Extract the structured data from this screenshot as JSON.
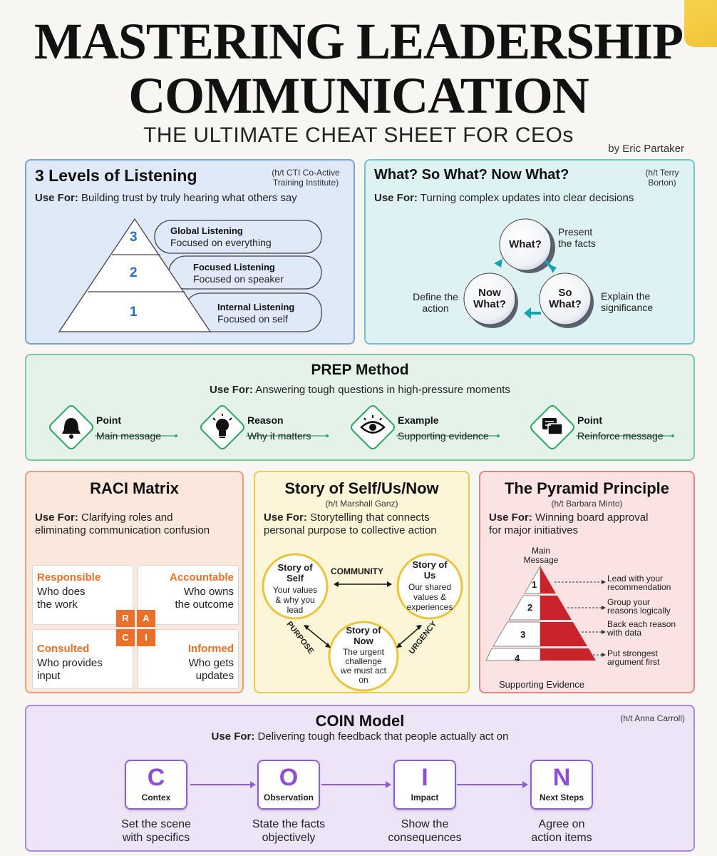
{
  "header": {
    "title_line1": "MASTERING LEADERSHIP",
    "title_line2": "COMMUNICATION",
    "subtitle": "THE ULTIMATE CHEAT SHEET FOR CEOs",
    "byline": "by Eric Partaker"
  },
  "use_for_label": "Use For:",
  "listening": {
    "title": "3 Levels of Listening",
    "credit_line1": "(h/t CTI Co-Active",
    "credit_line2": "Training Institute)",
    "use_for": " Building trust by truly hearing what others say",
    "levels": [
      {
        "num": "3",
        "name": "Global Listening",
        "desc": "Focused on everything"
      },
      {
        "num": "2",
        "name": "Focused Listening",
        "desc": "Focused on speaker"
      },
      {
        "num": "1",
        "name": "Internal Listening",
        "desc": "Focused on self"
      }
    ]
  },
  "what": {
    "title": "What? So What? Now What?",
    "credit_line1": "(h/t Terry",
    "credit_line2": "Borton)",
    "use_for": " Turning complex updates into clear decisions",
    "circles": {
      "what": "What?",
      "so_what_1": "So",
      "so_what_2": "What?",
      "now_what_1": "Now",
      "now_what_2": "What?"
    },
    "labels": {
      "present_1": "Present",
      "present_2": "the facts",
      "explain_1": "Explain the",
      "explain_2": "significance",
      "define_1": "Define the",
      "define_2": "action"
    }
  },
  "prep": {
    "title": "PREP Method",
    "use_for": " Answering tough questions in high-pressure moments",
    "steps": [
      {
        "icon": "bell-icon",
        "name": "Point",
        "desc": "Main message"
      },
      {
        "icon": "lightbulb-icon",
        "name": "Reason",
        "desc": "Why it matters"
      },
      {
        "icon": "eye-icon",
        "name": "Example",
        "desc": "Supporting evidence"
      },
      {
        "icon": "chat-icon",
        "name": "Point",
        "desc": "Reinforce message"
      }
    ],
    "accent": "#2fa563"
  },
  "raci": {
    "title": "RACI Matrix",
    "use_for_1": " Clarifying roles and",
    "use_for_2": "eliminating communication confusion",
    "quadrants": [
      {
        "head": "Responsible",
        "line1": "Who does",
        "line2": "the work",
        "letter": "R"
      },
      {
        "head": "Accountable",
        "line1": "Who owns",
        "line2": "the outcome",
        "letter": "A"
      },
      {
        "head": "Consulted",
        "line1": "Who provides",
        "line2": "input",
        "letter": "C"
      },
      {
        "head": "Informed",
        "line1": "Who gets",
        "line2": "updates",
        "letter": "I"
      }
    ],
    "accent": "#e8702a"
  },
  "story": {
    "title": "Story of Self/Us/Now",
    "credit": "(h/t Marshall Ganz)",
    "use_for_1": " Storytelling that connects",
    "use_for_2": "personal purpose to collective action",
    "self": {
      "t1": "Story of",
      "t2": "Self",
      "d1": "Your values",
      "d2": "& why you",
      "d3": "lead"
    },
    "us": {
      "t1": "Story of",
      "t2": "Us",
      "d1": "Our shared",
      "d2": "values &",
      "d3": "experiences"
    },
    "now": {
      "t1": "Story of",
      "t2": "Now",
      "d1": "The urgent",
      "d2": "challenge",
      "d3": "we must act",
      "d4": "on"
    },
    "links": {
      "community": "COMMUNITY",
      "purpose": "PURPOSE",
      "urgency": "URGENCY"
    }
  },
  "pyramid": {
    "title": "The Pyramid Principle",
    "credit": "(h/t Barbara Minto)",
    "use_for_1": " Winning board approval",
    "use_for_2": "for major initiatives",
    "top_label_1": "Main",
    "top_label_2": "Message",
    "bottom_label": "Supporting Evidence",
    "tiers": [
      {
        "num": "1",
        "l1": "Lead with your",
        "l2": "recommendation"
      },
      {
        "num": "2",
        "l1": "Group your",
        "l2": "reasons logically"
      },
      {
        "num": "3",
        "l1": "Back each reason",
        "l2": "with data"
      },
      {
        "num": "4",
        "l1": "Put strongest",
        "l2": "argument first"
      }
    ],
    "accent": "#c9242b"
  },
  "coin": {
    "title": "COIN Model",
    "credit": "(h/t Anna Carroll)",
    "use_for": " Delivering tough feedback that people actually act on",
    "steps": [
      {
        "letter": "C",
        "word": "Contex",
        "d1": "Set the scene",
        "d2": "with specifics"
      },
      {
        "letter": "O",
        "word": "Observation",
        "d1": "State the facts",
        "d2": "objectively"
      },
      {
        "letter": "I",
        "word": "Impact",
        "d1": "Show the",
        "d2": "consequences"
      },
      {
        "letter": "N",
        "word": "Next Steps",
        "d1": "Agree on",
        "d2": "action items"
      }
    ],
    "accent": "#8e4fd6"
  }
}
